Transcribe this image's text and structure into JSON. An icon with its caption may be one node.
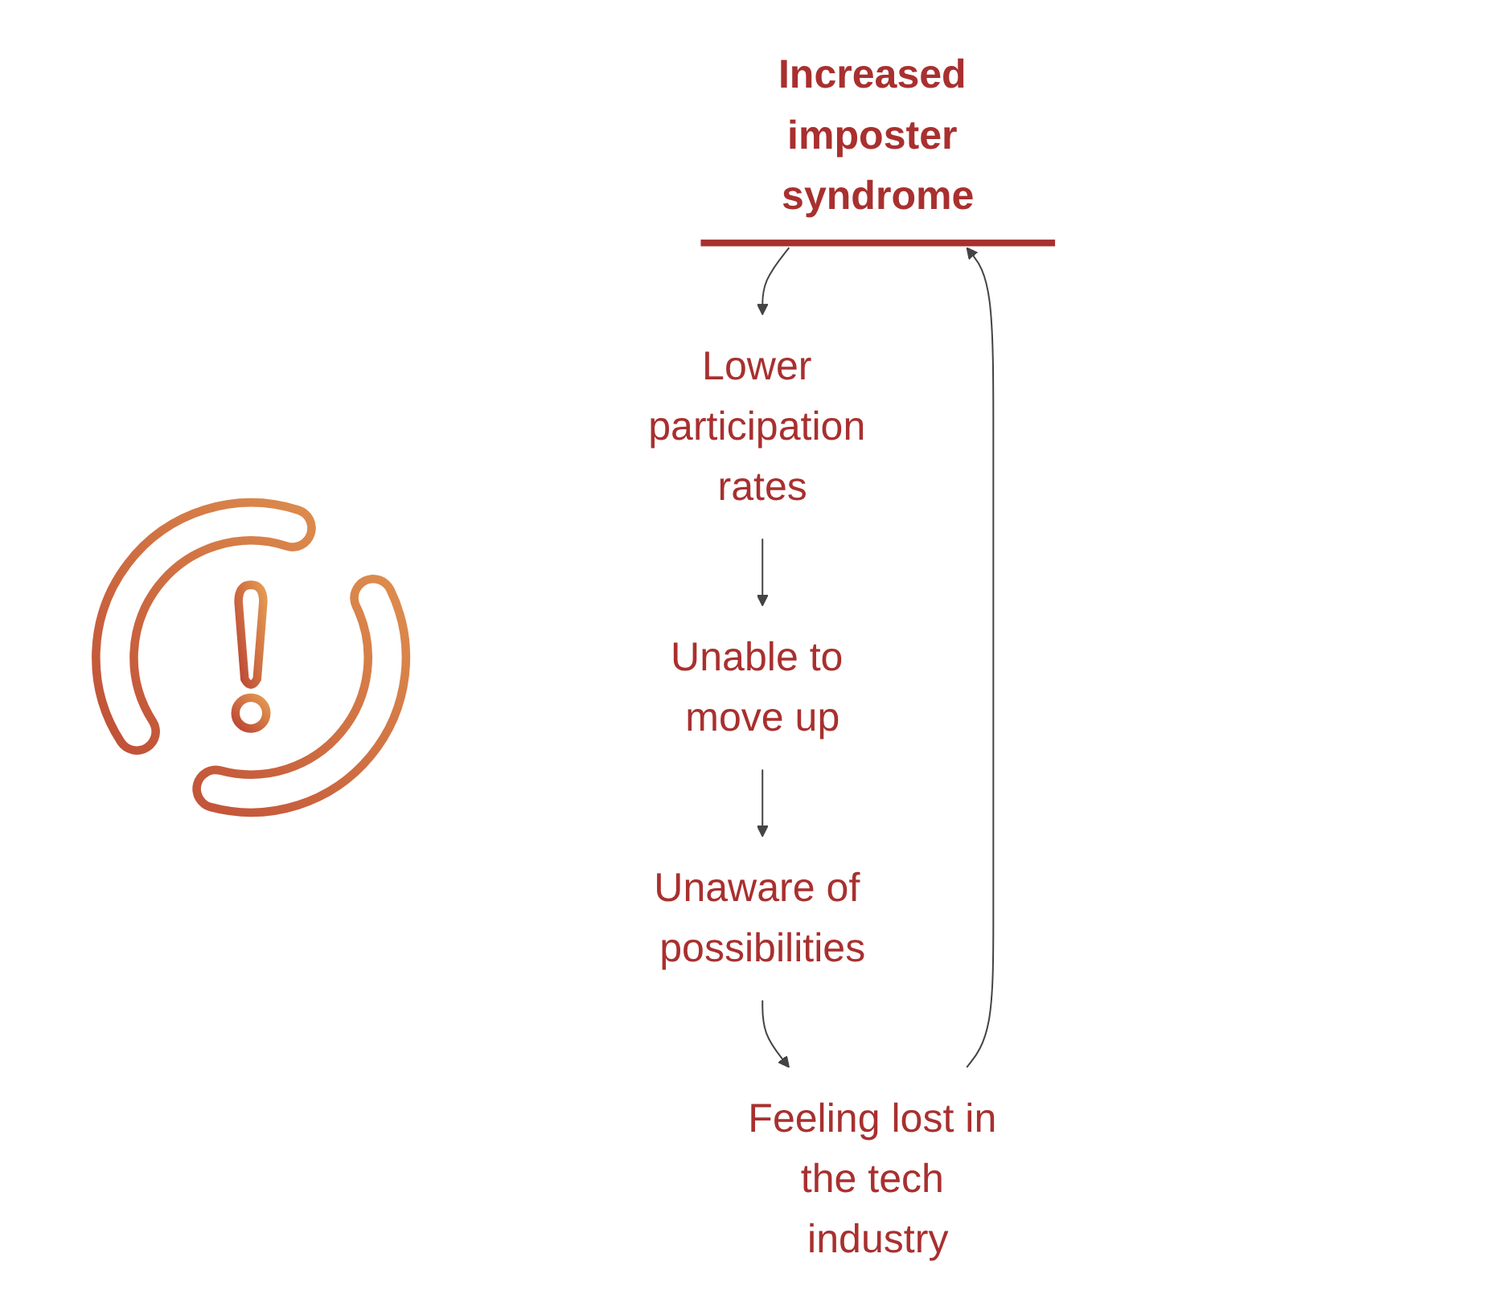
{
  "diagram": {
    "nodes": [
      {
        "text": [
          "Increased imposter syndrome"
        ]
      },
      {
        "text": [
          "Lower participation rates"
        ]
      },
      {
        "text": [
          "Unable to move up"
        ]
      },
      {
        "text": [
          "Unaware of possibilities"
        ]
      },
      {
        "text": [
          "Feeling lost in the tech industry"
        ]
      }
    ],
    "edges": [
      {
        "from": 0,
        "to": 1,
        "arrow": "to"
      },
      {
        "from": 1,
        "to": 2,
        "arrow": "to"
      },
      {
        "from": 2,
        "to": 3,
        "arrow": "to"
      },
      {
        "from": 3,
        "to": 4,
        "arrow": "to"
      },
      {
        "from": 4,
        "to": 0,
        "arrow": "to"
      }
    ]
  }
}
